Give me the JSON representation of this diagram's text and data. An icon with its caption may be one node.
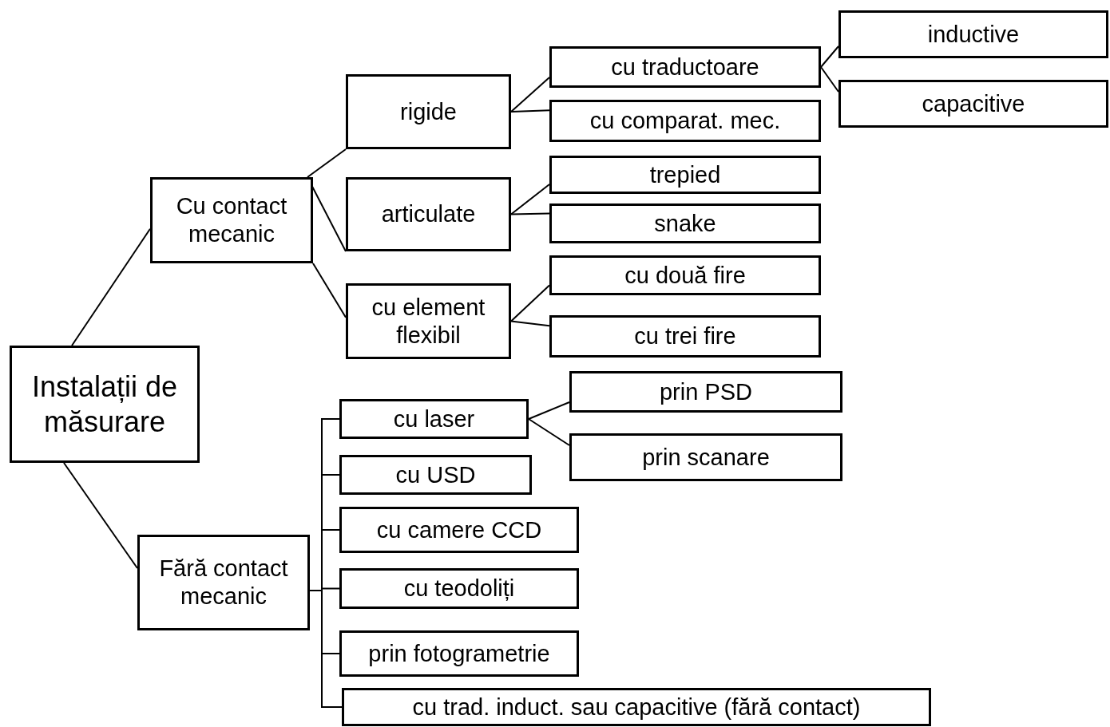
{
  "diagram": {
    "nodes": [
      {
        "text": [
          "Instalații de măsurare"
        ]
      },
      {
        "text": [
          "Cu contact mecanic"
        ]
      },
      {
        "text": [
          "rigide"
        ]
      },
      {
        "text": [
          "cu traductoare"
        ]
      },
      {
        "text": [
          "inductive"
        ]
      },
      {
        "text": [
          "capacitive"
        ]
      },
      {
        "text": [
          "cu comparat. mec."
        ]
      },
      {
        "text": [
          "articulate"
        ]
      },
      {
        "text": [
          "trepied"
        ]
      },
      {
        "text": [
          "snake"
        ]
      },
      {
        "text": [
          "cu element flexibil"
        ]
      },
      {
        "text": [
          "cu două fire"
        ]
      },
      {
        "text": [
          "cu trei fire"
        ]
      },
      {
        "text": [
          "Fără contact mecanic"
        ]
      },
      {
        "text": [
          "cu laser"
        ]
      },
      {
        "text": [
          "prin PSD"
        ]
      },
      {
        "text": [
          "prin scanare"
        ]
      },
      {
        "text": [
          "cu USD"
        ]
      },
      {
        "text": [
          "cu camere CCD"
        ]
      },
      {
        "text": [
          "cu teodoliți"
        ]
      },
      {
        "text": [
          "prin fotogrametrie"
        ]
      },
      {
        "text": [
          "cu trad. induct. sau capacitive (fără contact)"
        ]
      }
    ],
    "edges": [
      {
        "from": 0,
        "to": 1,
        "arrow": "none"
      },
      {
        "from": 0,
        "to": 13,
        "arrow": "none"
      },
      {
        "from": 1,
        "to": 2,
        "arrow": "none"
      },
      {
        "from": 1,
        "to": 7,
        "arrow": "none"
      },
      {
        "from": 1,
        "to": 10,
        "arrow": "none"
      },
      {
        "from": 2,
        "to": 3,
        "arrow": "none"
      },
      {
        "from": 2,
        "to": 6,
        "arrow": "none"
      },
      {
        "from": 3,
        "to": 4,
        "arrow": "none"
      },
      {
        "from": 3,
        "to": 5,
        "arrow": "none"
      },
      {
        "from": 7,
        "to": 8,
        "arrow": "none"
      },
      {
        "from": 7,
        "to": 9,
        "arrow": "none"
      },
      {
        "from": 10,
        "to": 11,
        "arrow": "none"
      },
      {
        "from": 10,
        "to": 12,
        "arrow": "none"
      },
      {
        "from": 13,
        "to": 14,
        "arrow": "none"
      },
      {
        "from": 13,
        "to": 17,
        "arrow": "none"
      },
      {
        "from": 13,
        "to": 18,
        "arrow": "none"
      },
      {
        "from": 13,
        "to": 19,
        "arrow": "none"
      },
      {
        "from": 13,
        "to": 20,
        "arrow": "none"
      },
      {
        "from": 13,
        "to": 21,
        "arrow": "none"
      },
      {
        "from": 14,
        "to": 15,
        "arrow": "none"
      },
      {
        "from": 14,
        "to": 16,
        "arrow": "none"
      }
    ]
  }
}
